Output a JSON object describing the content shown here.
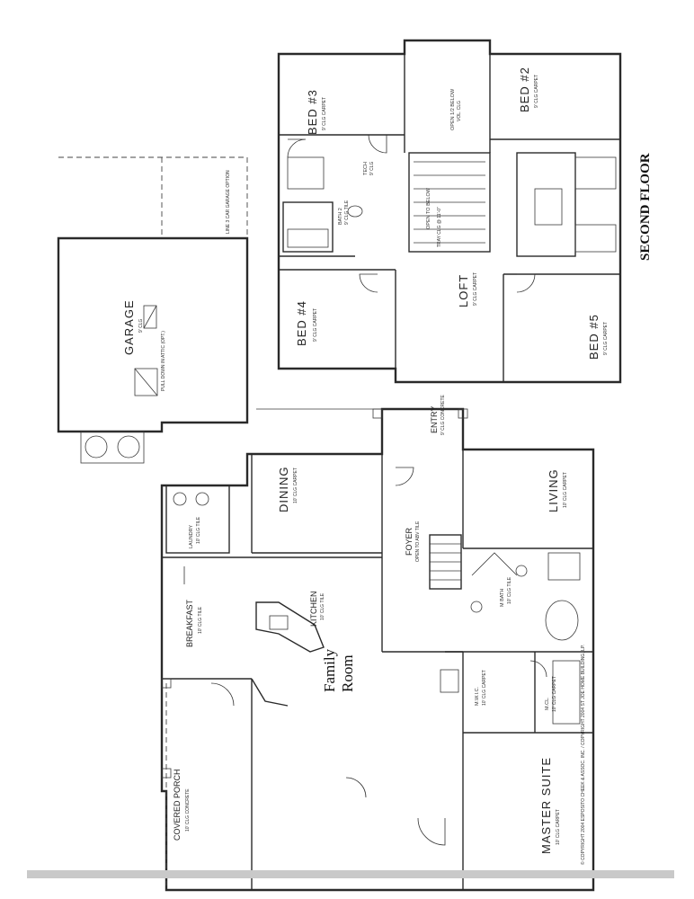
{
  "plan": {
    "floor_title": "SECOND FLOOR",
    "copyright": "© COPYRIGHT 2004 ESPOSITO CHEEK & ASSOC. INC. / COPYRIGHT 2004 ST JOE HOME BUILDING, LP.",
    "garage_option_note": "LINE 3 CAR GARAGE OPTION",
    "pull_down_note": "PULL DOWN IN ATTIC (OPT.)",
    "family_room": {
      "line1": "Family",
      "line2": "Room"
    },
    "rooms": [
      {
        "id": "garage",
        "name": "GARAGE",
        "detail": "9' CLG"
      },
      {
        "id": "dining",
        "name": "DINING",
        "detail": "10' CLG CARPET"
      },
      {
        "id": "living",
        "name": "LIVING",
        "detail": "10' CLG CARPET"
      },
      {
        "id": "foyer",
        "name": "FOYER",
        "detail": "OPEN TO ABV TILE"
      },
      {
        "id": "entry",
        "name": "ENTRY",
        "detail": "9' CLG CONCRETE"
      },
      {
        "id": "laundry",
        "name": "LAUNDRY",
        "detail": "10' CLG TILE"
      },
      {
        "id": "breakfast",
        "name": "BREAKFAST",
        "detail": "10' CLG TILE"
      },
      {
        "id": "kitchen",
        "name": "KITCHEN",
        "detail": "10' CLG TILE"
      },
      {
        "id": "mbath",
        "name": "M BATH",
        "detail": "10' CLG TILE"
      },
      {
        "id": "mwic",
        "name": "M.W.I.C.",
        "detail": "10' CLG CARPET"
      },
      {
        "id": "mcl",
        "name": "M.CL.",
        "detail": "10' CLG CARPET"
      },
      {
        "id": "master",
        "name": "MASTER SUITE",
        "detail": "10' CLG CARPET"
      },
      {
        "id": "covered-porch",
        "name": "COVERED PORCH",
        "detail": "10' CLG CONCRETE"
      },
      {
        "id": "bed3",
        "name": "BED #3",
        "detail": "9' CLG CARPET"
      },
      {
        "id": "bed2",
        "name": "BED #2",
        "detail": "9' CLG CARPET"
      },
      {
        "id": "bed4",
        "name": "BED #4",
        "detail": "9' CLG CARPET"
      },
      {
        "id": "bed5",
        "name": "BED #5",
        "detail": "9' CLG CARPET"
      },
      {
        "id": "loft",
        "name": "LOFT",
        "detail": "9' CLG CARPET"
      },
      {
        "id": "bath2",
        "name": "BATH 2",
        "detail": "9' CLG TILE"
      },
      {
        "id": "tech",
        "name": "TECH",
        "detail": "9' CLG"
      },
      {
        "id": "open-below",
        "name": "OPEN 1/2 BELOW",
        "detail": "VOL. CLG"
      },
      {
        "id": "open-to-below",
        "name": "OPEN TO BELOW",
        "detail": "TRAY CLG @ 11'-0\""
      }
    ]
  }
}
